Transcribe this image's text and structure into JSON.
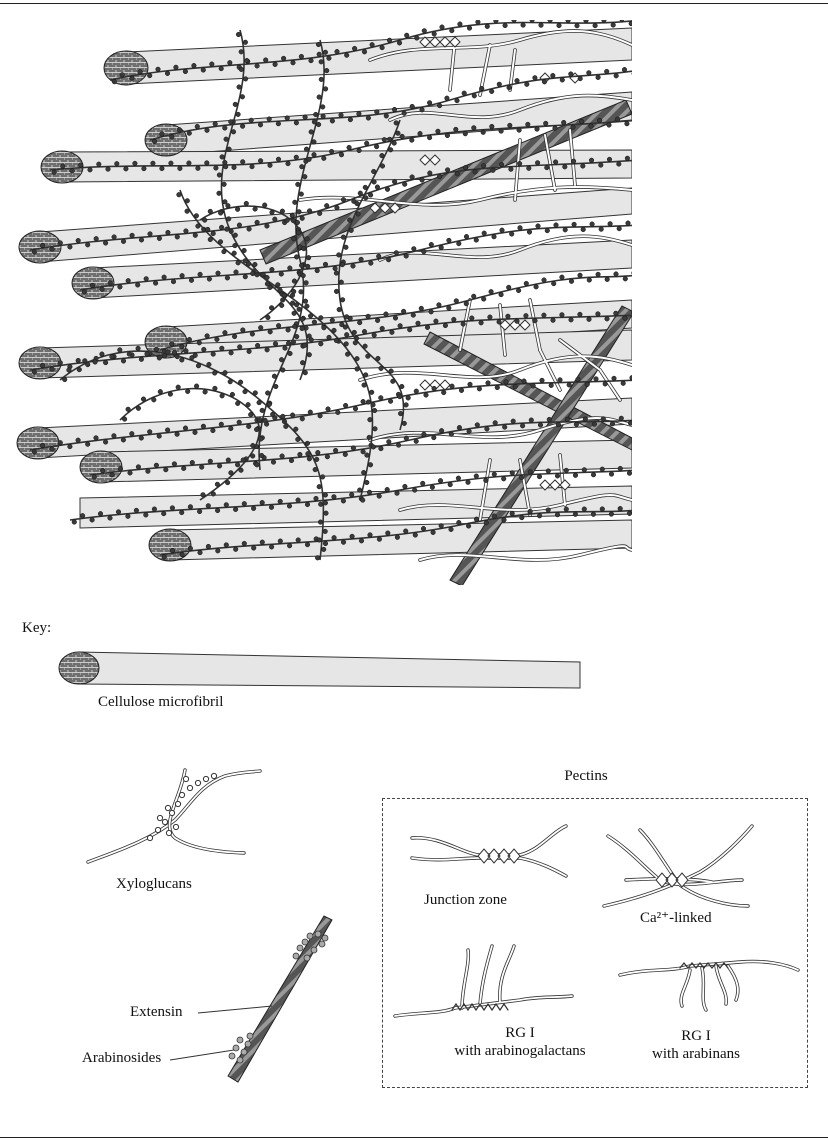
{
  "key": {
    "title": "Key:"
  },
  "legend": {
    "cellulose": "Cellulose microfibril",
    "xyloglucans": "Xyloglucans",
    "extensin": "Extensin",
    "arabinosides": "Arabinosides"
  },
  "pectins": {
    "title": "Pectins",
    "junction_zone": "Junction zone",
    "ca_linked": "Ca²⁺-linked",
    "rg1_arabinogalactans_line1": "RG I",
    "rg1_arabinogalactans_line2": "with arabinogalactans",
    "rg1_arabinans_line1": "RG I",
    "rg1_arabinans_line2": "with arabinans"
  },
  "colors": {
    "fibril_fill": "#e6e6e6",
    "fibril_end": "#7a7a7a",
    "xyloglucan_bead": "#3a3a3a",
    "extensin": "#5a5a5a",
    "pectin_strand": "#ffffff",
    "outline": "#222222"
  }
}
